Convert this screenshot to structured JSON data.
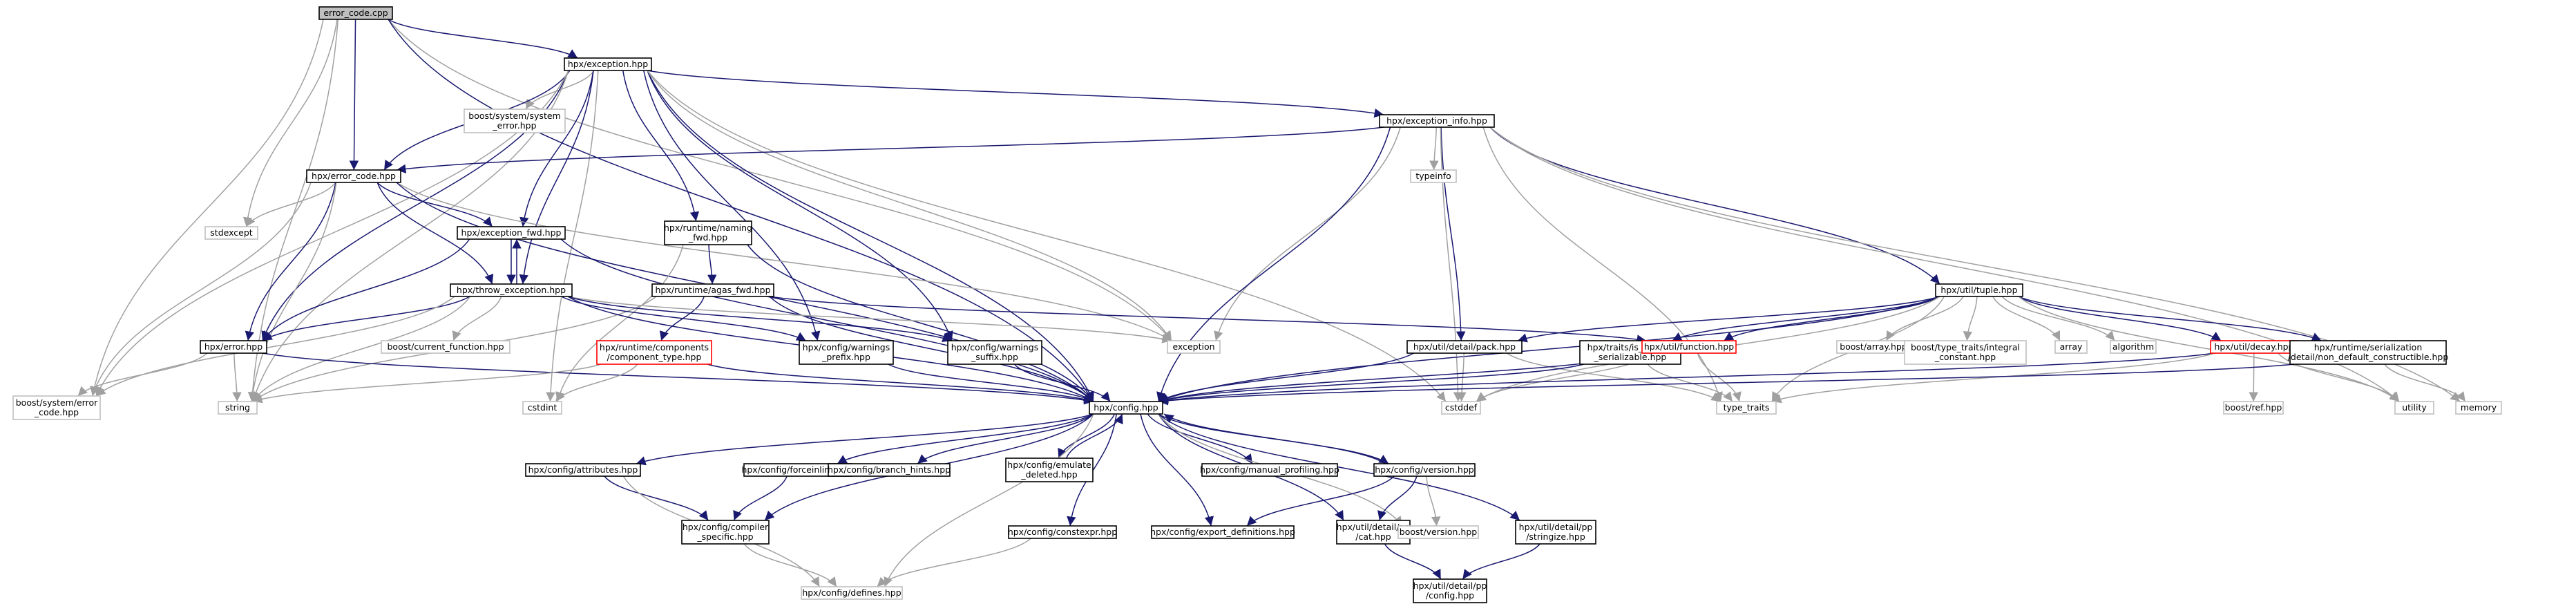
{
  "diagram": {
    "root": "error_code.cpp",
    "colors": {
      "root_fill": "#bfbfbf",
      "normal_border": "#000000",
      "missing_border": "#bfbfbf",
      "truncated_border": "#ff0000",
      "normal_edge": "#191970",
      "missing_edge": "#a0a0a0",
      "text": "#000000"
    },
    "nodes": [
      {
        "id": "root",
        "lines": [
          "error_code.cpp"
        ],
        "kind": "root"
      },
      {
        "id": "exception_hpp",
        "lines": [
          "hpx/exception.hpp"
        ],
        "kind": "normal"
      },
      {
        "id": "sys_err",
        "lines": [
          "boost/system/system",
          "_error.hpp"
        ],
        "kind": "missing"
      },
      {
        "id": "exception_info",
        "lines": [
          "hpx/exception_info.hpp"
        ],
        "kind": "normal"
      },
      {
        "id": "typeinfo",
        "lines": [
          "typeinfo"
        ],
        "kind": "missing"
      },
      {
        "id": "error_code_hpp",
        "lines": [
          "hpx/error_code.hpp"
        ],
        "kind": "normal"
      },
      {
        "id": "stdexcept",
        "lines": [
          "stdexcept"
        ],
        "kind": "missing"
      },
      {
        "id": "naming_fwd",
        "lines": [
          "hpx/runtime/naming",
          "_fwd.hpp"
        ],
        "kind": "normal"
      },
      {
        "id": "exception_fwd",
        "lines": [
          "hpx/exception_fwd.hpp"
        ],
        "kind": "normal"
      },
      {
        "id": "agas_fwd",
        "lines": [
          "hpx/runtime/agas_fwd.hpp"
        ],
        "kind": "normal"
      },
      {
        "id": "throw_exception",
        "lines": [
          "hpx/throw_exception.hpp"
        ],
        "kind": "normal"
      },
      {
        "id": "tuple",
        "lines": [
          "hpx/util/tuple.hpp"
        ],
        "kind": "normal"
      },
      {
        "id": "error_hpp",
        "lines": [
          "hpx/error.hpp"
        ],
        "kind": "normal"
      },
      {
        "id": "current_function",
        "lines": [
          "boost/current_function.hpp"
        ],
        "kind": "missing"
      },
      {
        "id": "component_type",
        "lines": [
          "hpx/runtime/components",
          "/component_type.hpp"
        ],
        "kind": "truncated"
      },
      {
        "id": "warnings_prefix",
        "lines": [
          "hpx/config/warnings",
          "_prefix.hpp"
        ],
        "kind": "normal"
      },
      {
        "id": "warnings_suffix",
        "lines": [
          "hpx/config/warnings",
          "_suffix.hpp"
        ],
        "kind": "normal"
      },
      {
        "id": "exception_std",
        "lines": [
          "exception"
        ],
        "kind": "missing"
      },
      {
        "id": "pack",
        "lines": [
          "hpx/util/detail/pack.hpp"
        ],
        "kind": "normal"
      },
      {
        "id": "is_bitwise",
        "lines": [
          "hpx/traits/is_bitwise",
          "_serializable.hpp"
        ],
        "kind": "normal"
      },
      {
        "id": "function",
        "lines": [
          "hpx/util/function.hpp"
        ],
        "kind": "truncated"
      },
      {
        "id": "boost_array",
        "lines": [
          "boost/array.hpp"
        ],
        "kind": "missing"
      },
      {
        "id": "type_traits_integral",
        "lines": [
          "boost/type_traits/integral",
          "_constant.hpp"
        ],
        "kind": "missing"
      },
      {
        "id": "array",
        "lines": [
          "array"
        ],
        "kind": "missing"
      },
      {
        "id": "algorithm",
        "lines": [
          "algorithm"
        ],
        "kind": "missing"
      },
      {
        "id": "decay",
        "lines": [
          "hpx/util/decay.hpp"
        ],
        "kind": "truncated"
      },
      {
        "id": "non_default",
        "lines": [
          "hpx/runtime/serialization",
          "/detail/non_default_constructible.hpp"
        ],
        "kind": "normal"
      },
      {
        "id": "boost_sys_error_code",
        "lines": [
          "boost/system/error",
          "_code.hpp"
        ],
        "kind": "missing"
      },
      {
        "id": "string",
        "lines": [
          "string"
        ],
        "kind": "missing"
      },
      {
        "id": "cstdint",
        "lines": [
          "cstdint"
        ],
        "kind": "missing"
      },
      {
        "id": "config",
        "lines": [
          "hpx/config.hpp"
        ],
        "kind": "normal"
      },
      {
        "id": "cstddef",
        "lines": [
          "cstddef"
        ],
        "kind": "missing"
      },
      {
        "id": "type_traits",
        "lines": [
          "type_traits"
        ],
        "kind": "missing"
      },
      {
        "id": "boost_ref",
        "lines": [
          "boost/ref.hpp"
        ],
        "kind": "missing"
      },
      {
        "id": "utility",
        "lines": [
          "utility"
        ],
        "kind": "missing"
      },
      {
        "id": "memory",
        "lines": [
          "memory"
        ],
        "kind": "missing"
      },
      {
        "id": "attributes",
        "lines": [
          "hpx/config/attributes.hpp"
        ],
        "kind": "normal"
      },
      {
        "id": "forceinline",
        "lines": [
          "hpx/config/forceinline.hpp"
        ],
        "kind": "normal"
      },
      {
        "id": "branch_hints",
        "lines": [
          "hpx/config/branch_hints.hpp"
        ],
        "kind": "normal"
      },
      {
        "id": "emulate_deleted",
        "lines": [
          "hpx/config/emulate",
          "_deleted.hpp"
        ],
        "kind": "normal"
      },
      {
        "id": "manual_profiling",
        "lines": [
          "hpx/config/manual_profiling.hpp"
        ],
        "kind": "normal"
      },
      {
        "id": "version_hpp",
        "lines": [
          "hpx/config/version.hpp"
        ],
        "kind": "normal"
      },
      {
        "id": "compiler_specific",
        "lines": [
          "hpx/config/compiler",
          "_specific.hpp"
        ],
        "kind": "normal"
      },
      {
        "id": "constexpr",
        "lines": [
          "hpx/config/constexpr.hpp"
        ],
        "kind": "normal"
      },
      {
        "id": "export_definitions",
        "lines": [
          "hpx/config/export_definitions.hpp"
        ],
        "kind": "normal"
      },
      {
        "id": "cat",
        "lines": [
          "hpx/util/detail/pp",
          "/cat.hpp"
        ],
        "kind": "normal"
      },
      {
        "id": "boost_version",
        "lines": [
          "boost/version.hpp"
        ],
        "kind": "missing"
      },
      {
        "id": "stringize",
        "lines": [
          "hpx/util/detail/pp",
          "/stringize.hpp"
        ],
        "kind": "normal"
      },
      {
        "id": "defines",
        "lines": [
          "hpx/config/defines.hpp"
        ],
        "kind": "missing"
      },
      {
        "id": "pp_config",
        "lines": [
          "hpx/util/detail/pp",
          "/config.hpp"
        ],
        "kind": "normal"
      }
    ],
    "edges": [
      [
        "root",
        "exception_hpp"
      ],
      [
        "root",
        "error_code_hpp"
      ],
      [
        "root",
        "stdexcept"
      ],
      [
        "root",
        "boost_sys_error_code"
      ],
      [
        "root",
        "string"
      ],
      [
        "root",
        "exception_std"
      ],
      [
        "root",
        "config"
      ],
      [
        "exception_hpp",
        "sys_err"
      ],
      [
        "exception_hpp",
        "exception_info"
      ],
      [
        "exception_hpp",
        "error_code_hpp"
      ],
      [
        "exception_hpp",
        "naming_fwd"
      ],
      [
        "exception_hpp",
        "exception_fwd"
      ],
      [
        "exception_hpp",
        "throw_exception"
      ],
      [
        "exception_hpp",
        "error_hpp"
      ],
      [
        "exception_hpp",
        "boost_sys_error_code"
      ],
      [
        "exception_hpp",
        "string"
      ],
      [
        "exception_hpp",
        "cstdint"
      ],
      [
        "exception_hpp",
        "config"
      ],
      [
        "exception_hpp",
        "warnings_prefix"
      ],
      [
        "exception_hpp",
        "warnings_suffix"
      ],
      [
        "exception_hpp",
        "exception_std"
      ],
      [
        "exception_hpp",
        "cstddef"
      ],
      [
        "exception_info",
        "typeinfo"
      ],
      [
        "exception_info",
        "error_code_hpp"
      ],
      [
        "exception_info",
        "tuple"
      ],
      [
        "exception_info",
        "pack"
      ],
      [
        "exception_info",
        "exception_std"
      ],
      [
        "exception_info",
        "config"
      ],
      [
        "exception_info",
        "cstddef"
      ],
      [
        "exception_info",
        "type_traits"
      ],
      [
        "exception_info",
        "utility"
      ],
      [
        "exception_info",
        "memory"
      ],
      [
        "error_code_hpp",
        "stdexcept"
      ],
      [
        "error_code_hpp",
        "exception_fwd"
      ],
      [
        "error_code_hpp",
        "throw_exception"
      ],
      [
        "error_code_hpp",
        "error_hpp"
      ],
      [
        "error_code_hpp",
        "boost_sys_error_code"
      ],
      [
        "error_code_hpp",
        "string"
      ],
      [
        "error_code_hpp",
        "exception_std"
      ],
      [
        "error_code_hpp",
        "config"
      ],
      [
        "naming_fwd",
        "agas_fwd"
      ],
      [
        "naming_fwd",
        "cstdint"
      ],
      [
        "naming_fwd",
        "config"
      ],
      [
        "exception_fwd",
        "throw_exception"
      ],
      [
        "exception_fwd",
        "error_hpp"
      ],
      [
        "exception_fwd",
        "config"
      ],
      [
        "agas_fwd",
        "component_type"
      ],
      [
        "agas_fwd",
        "function"
      ],
      [
        "agas_fwd",
        "string"
      ],
      [
        "agas_fwd",
        "config"
      ],
      [
        "throw_exception",
        "exception_fwd"
      ],
      [
        "throw_exception",
        "error_hpp"
      ],
      [
        "throw_exception",
        "current_function"
      ],
      [
        "throw_exception",
        "string"
      ],
      [
        "throw_exception",
        "exception_std"
      ],
      [
        "throw_exception",
        "config"
      ],
      [
        "throw_exception",
        "warnings_prefix"
      ],
      [
        "throw_exception",
        "warnings_suffix"
      ],
      [
        "throw_exception",
        "boost_sys_error_code"
      ],
      [
        "tuple",
        "pack"
      ],
      [
        "tuple",
        "is_bitwise"
      ],
      [
        "tuple",
        "function"
      ],
      [
        "tuple",
        "boost_array"
      ],
      [
        "tuple",
        "type_traits_integral"
      ],
      [
        "tuple",
        "array"
      ],
      [
        "tuple",
        "algorithm"
      ],
      [
        "tuple",
        "decay"
      ],
      [
        "tuple",
        "non_default"
      ],
      [
        "tuple",
        "config"
      ],
      [
        "tuple",
        "cstddef"
      ],
      [
        "tuple",
        "type_traits"
      ],
      [
        "tuple",
        "utility"
      ],
      [
        "error_hpp",
        "boost_sys_error_code"
      ],
      [
        "error_hpp",
        "string"
      ],
      [
        "error_hpp",
        "config"
      ],
      [
        "component_type",
        "string"
      ],
      [
        "component_type",
        "cstdint"
      ],
      [
        "component_type",
        "config"
      ],
      [
        "warnings_prefix",
        "config"
      ],
      [
        "warnings_suffix",
        "config"
      ],
      [
        "pack",
        "config"
      ],
      [
        "pack",
        "cstddef"
      ],
      [
        "pack",
        "type_traits"
      ],
      [
        "is_bitwise",
        "config"
      ],
      [
        "is_bitwise",
        "type_traits"
      ],
      [
        "function",
        "config"
      ],
      [
        "function",
        "cstddef"
      ],
      [
        "function",
        "type_traits"
      ],
      [
        "decay",
        "config"
      ],
      [
        "decay",
        "boost_ref"
      ],
      [
        "decay",
        "utility"
      ],
      [
        "decay",
        "type_traits"
      ],
      [
        "non_default",
        "config"
      ],
      [
        "non_default",
        "memory"
      ],
      [
        "config",
        "attributes"
      ],
      [
        "config",
        "forceinline"
      ],
      [
        "config",
        "branch_hints"
      ],
      [
        "config",
        "emulate_deleted"
      ],
      [
        "config",
        "manual_profiling"
      ],
      [
        "config",
        "version_hpp"
      ],
      [
        "config",
        "compiler_specific"
      ],
      [
        "config",
        "constexpr"
      ],
      [
        "config",
        "export_definitions"
      ],
      [
        "config",
        "cat"
      ],
      [
        "config",
        "boost_version"
      ],
      [
        "config",
        "stringize"
      ],
      [
        "config",
        "defines"
      ],
      [
        "emulate_deleted",
        "config"
      ],
      [
        "version_hpp",
        "config"
      ],
      [
        "attributes",
        "compiler_specific"
      ],
      [
        "attributes",
        "defines"
      ],
      [
        "forceinline",
        "compiler_specific"
      ],
      [
        "version_hpp",
        "export_definitions"
      ],
      [
        "version_hpp",
        "cat"
      ],
      [
        "version_hpp",
        "boost_version"
      ],
      [
        "compiler_specific",
        "defines"
      ],
      [
        "constexpr",
        "defines"
      ],
      [
        "cat",
        "pp_config"
      ],
      [
        "stringize",
        "pp_config"
      ]
    ]
  }
}
